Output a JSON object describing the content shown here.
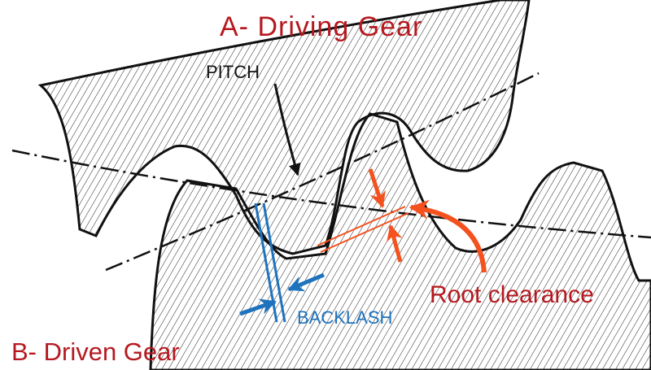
{
  "labels": {
    "driving_gear": "A- Driving Gear",
    "pitch": "PITCH",
    "root_clearance": "Root clearance",
    "backlash": "BACKLASH",
    "driven_gear": "B- Driven Gear"
  },
  "colors": {
    "title_red": "#b5191f",
    "arrow_orange": "#f4511e",
    "backlash_blue": "#1e73be",
    "outline": "#111111"
  }
}
